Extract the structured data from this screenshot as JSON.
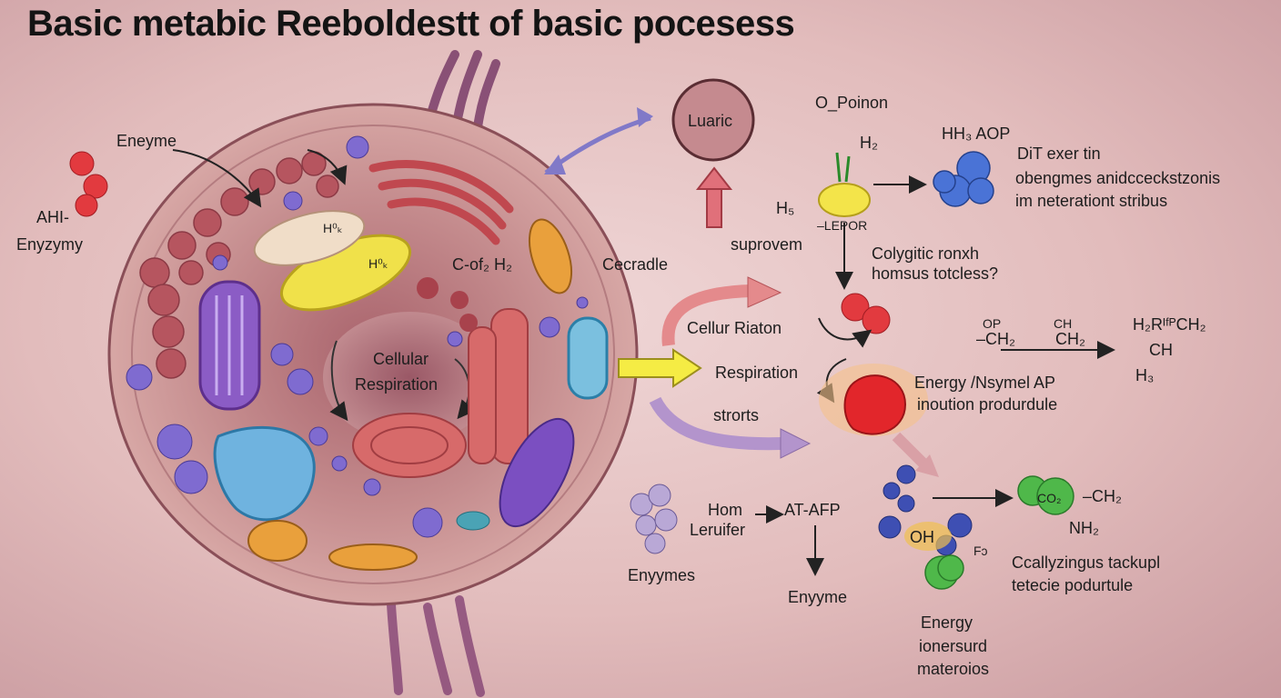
{
  "title": "Basic metabic Reeboldestt of basic pocesess",
  "cell": {
    "center_label": [
      "Cellular",
      "Respiration"
    ],
    "enzyme_label": "Eneyme",
    "ahi_label": "AHI-",
    "enzyzymy_label": "Enyzymy",
    "co2_label": "C-of₂ H₂",
    "cecradle_label": "Cecradle",
    "mito_tag_1": "H⁰ₖ",
    "mito_tag_2": "H⁰ₖ"
  },
  "right": {
    "luaric": "Luaric",
    "o_poinon": "O_Poinon",
    "h2_top": "H₂",
    "hh3_aop": "HH₃ AOP",
    "note_lines": [
      "DiT exer tin",
      "obengmes anidcceckstzonis",
      "im neterationt stribus"
    ],
    "h_left": "H₅",
    "lepor": "–LEPOR",
    "suprovem": "suprovem",
    "colygitic_lines": [
      "Colygitic ronxh",
      "homsus totcless?"
    ],
    "cellur_riaton": "Cellur Riaton",
    "respiration": "Respiration",
    "strorts": "strorts",
    "energy_lines": [
      "Energy /Nsymel AP",
      "inoution produrdule"
    ],
    "chem_left_sup": "OP",
    "chem_left": "–CH₂",
    "chem_mid_sup": "CH",
    "chem_mid": "CH₂",
    "chem_right": [
      "H₂RᴵᶠᴾCH₂",
      "CH",
      "H₃"
    ],
    "hom_lines": [
      "Hom",
      "Leruifer"
    ],
    "at_afp": "AT-AFP",
    "enyymes": "Enyymes",
    "enyyme": "Enyyme",
    "co2_blob": "CO₂",
    "ch2_right": "–CH₂",
    "nh2": "NH₂",
    "oh": "OH",
    "fo": "Fↄ",
    "ccallyzing_lines": [
      "Ccallyzingus tackupl",
      "tetecie podurtule"
    ],
    "energy_bottom_lines": [
      "Energy",
      "ionersurd",
      "materoios"
    ]
  }
}
